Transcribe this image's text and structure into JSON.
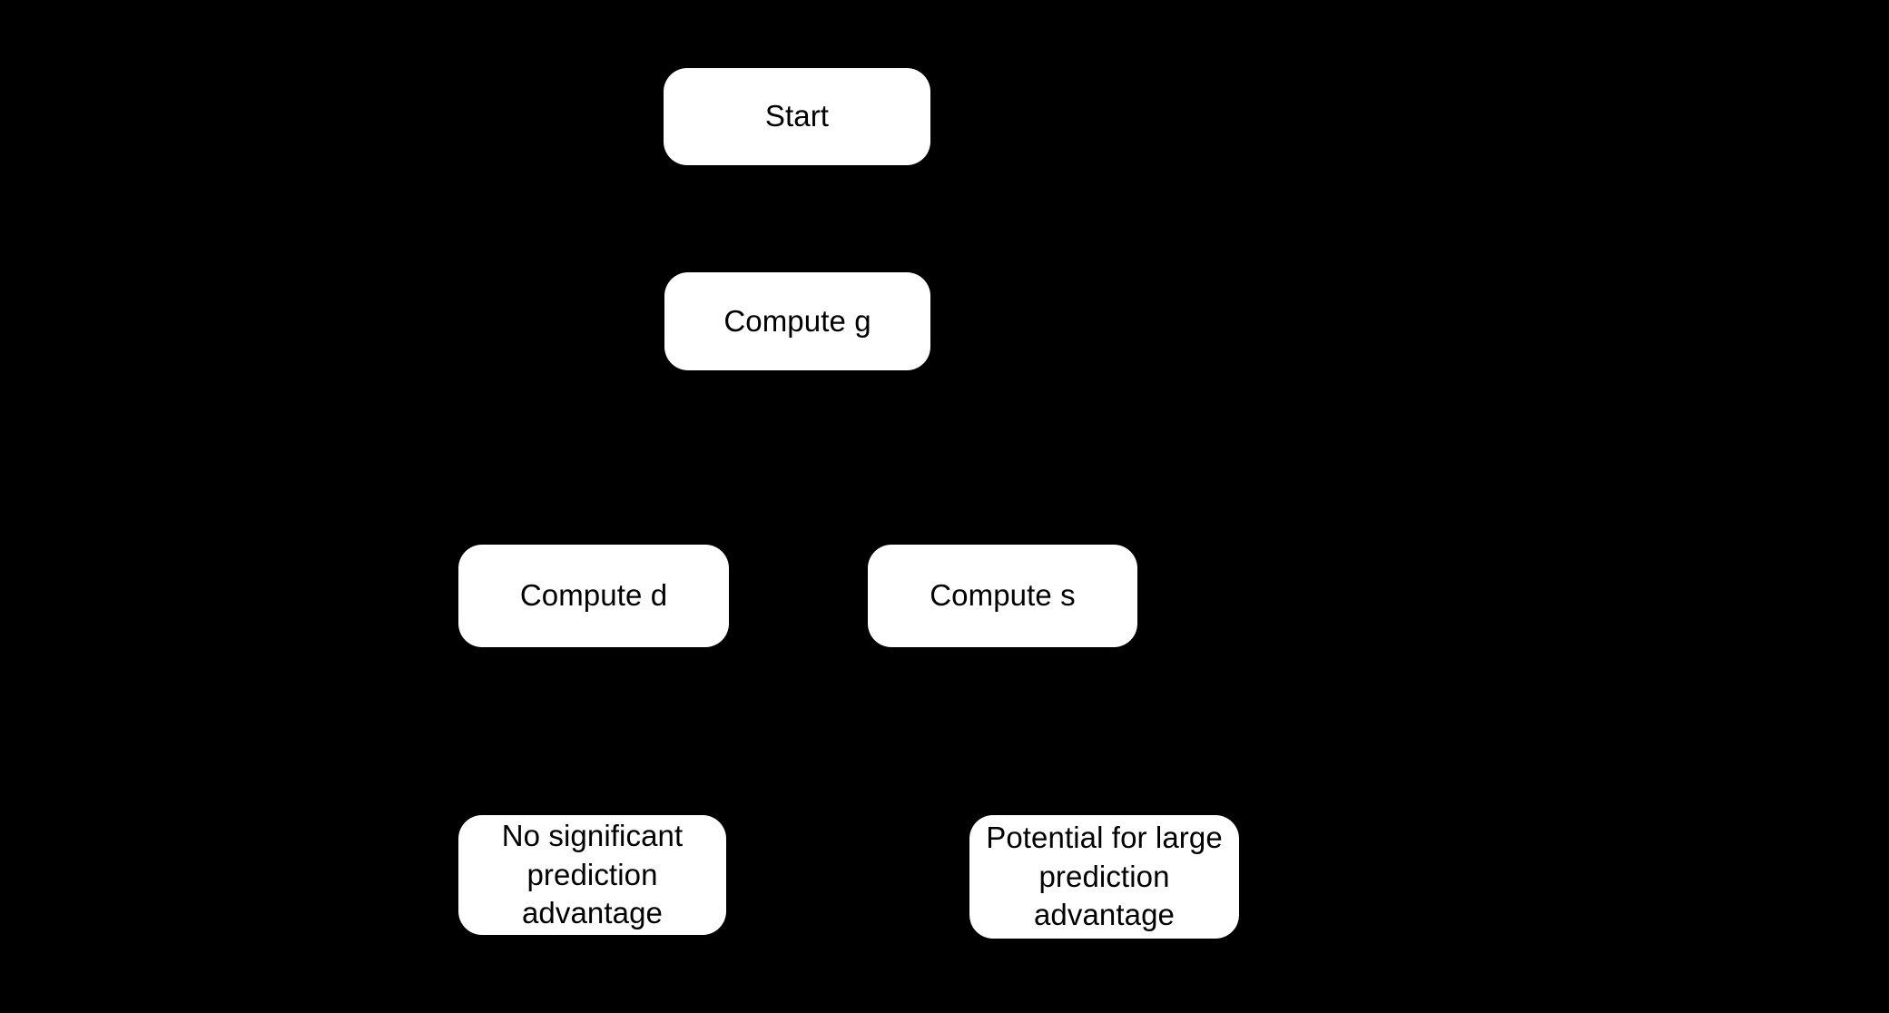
{
  "canvas": {
    "background_color": "#000000",
    "node_fill_color": "#ffffff",
    "node_text_color": "#000000",
    "edge_color": "#000000"
  },
  "diagram": {
    "type": "flowchart",
    "orientation": "top-down",
    "nodes": [
      {
        "id": "start",
        "label": "Start",
        "shape": "rounded-rectangle"
      },
      {
        "id": "compute_g",
        "label": "Compute g",
        "shape": "rounded-rectangle"
      },
      {
        "id": "compute_d",
        "label": "Compute d",
        "shape": "rounded-rectangle"
      },
      {
        "id": "compute_s",
        "label": "Compute s",
        "shape": "rounded-rectangle"
      },
      {
        "id": "outcome_low",
        "label": "No significant\nprediction\nadvantage",
        "shape": "rounded-rectangle"
      },
      {
        "id": "outcome_high",
        "label": "Potential for large\nprediction\nadvantage",
        "shape": "rounded-rectangle"
      }
    ],
    "edges": [
      {
        "from": "start",
        "to": "compute_g",
        "label": ""
      },
      {
        "from": "compute_g",
        "to": "compute_d",
        "label": ""
      },
      {
        "from": "compute_g",
        "to": "compute_s",
        "label": ""
      },
      {
        "from": "compute_d",
        "to": "outcome_low",
        "label": ""
      },
      {
        "from": "compute_s",
        "to": "outcome_high",
        "label": ""
      }
    ]
  }
}
